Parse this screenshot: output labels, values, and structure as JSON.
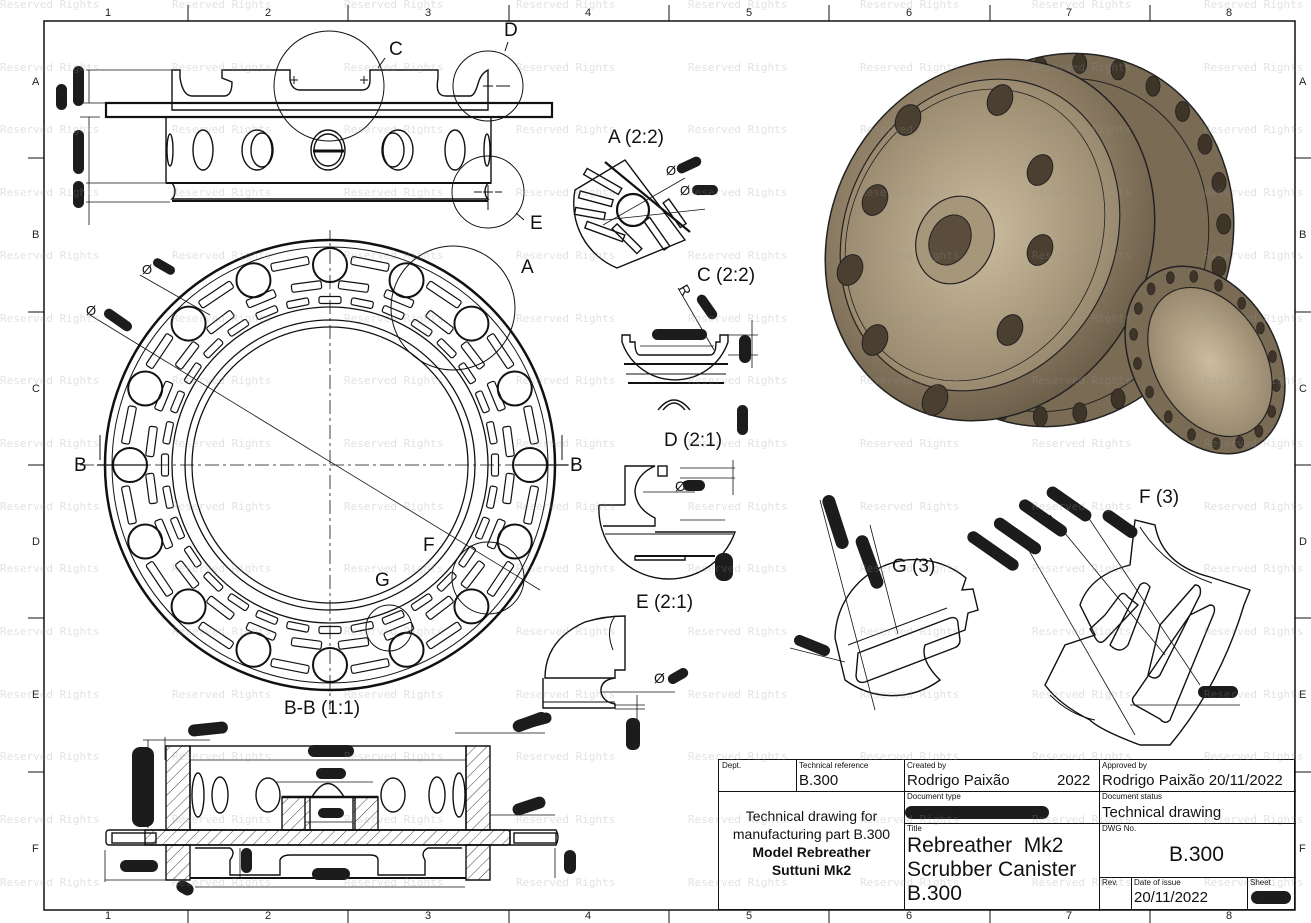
{
  "sheet": {
    "column_labels": [
      "1",
      "2",
      "3",
      "4",
      "5",
      "6",
      "7",
      "8"
    ],
    "row_labels": [
      "A",
      "B",
      "C",
      "D",
      "E",
      "F"
    ],
    "watermark_text": "Reserved Rights"
  },
  "views": {
    "top_view": {
      "callouts": [
        "C",
        "D",
        "E"
      ]
    },
    "section_view": {
      "label": "B-B (1:1)",
      "cut_marks": [
        "B",
        "B"
      ],
      "callouts": [
        "A",
        "F",
        "G"
      ],
      "dimension_prefixes": [
        "Ø",
        "Ø"
      ]
    },
    "detail_a": {
      "label": "A (2:2)",
      "dimension_prefixes": [
        "Ø",
        "Ø"
      ]
    },
    "detail_c": {
      "label": "C (2:2)",
      "dimension_prefixes": [
        "R"
      ]
    },
    "detail_d": {
      "label": "D (2:1)",
      "dimension_prefixes": [
        "Ø"
      ]
    },
    "detail_e": {
      "label": "E (2:1)",
      "dimension_prefixes": [
        "Ø"
      ]
    },
    "detail_f": {
      "label": "F (3)"
    },
    "detail_g": {
      "label": "G (3)"
    },
    "isometric": {
      "description": "3D render of scrubber canister and cap",
      "body_color": "#8a7a62"
    }
  },
  "title_block": {
    "dept": {
      "caption": "Dept.",
      "value": ""
    },
    "technical_reference": {
      "caption": "Technical reference",
      "value": "B.300"
    },
    "created_by": {
      "caption": "Created by",
      "value": "Rodrigo Paixão",
      "year": "2022"
    },
    "approved_by": {
      "caption": "Approved by",
      "value": "Rodrigo Paixão 20/11/2022"
    },
    "description": {
      "line1": "Technical drawing for",
      "line2": "manufacturing part B.300",
      "line3": "Model Rebreather",
      "line4": "Suttuni Mk2"
    },
    "document_type": {
      "caption": "Document type",
      "value": "[redacted]"
    },
    "document_status": {
      "caption": "Document status",
      "value": "Technical drawing"
    },
    "title": {
      "caption": "Title",
      "line1": "Rebreather  Mk2",
      "line2": "Scrubber Canister",
      "line3": "B.300"
    },
    "dwg_no": {
      "caption": "DWG No.",
      "value": "B.300"
    },
    "rev": {
      "caption": "Rev.",
      "value": ""
    },
    "date_of_issue": {
      "caption": "Date of issue",
      "value": "20/11/2022"
    },
    "sheet": {
      "caption": "Sheet",
      "value": "[redacted]"
    }
  }
}
